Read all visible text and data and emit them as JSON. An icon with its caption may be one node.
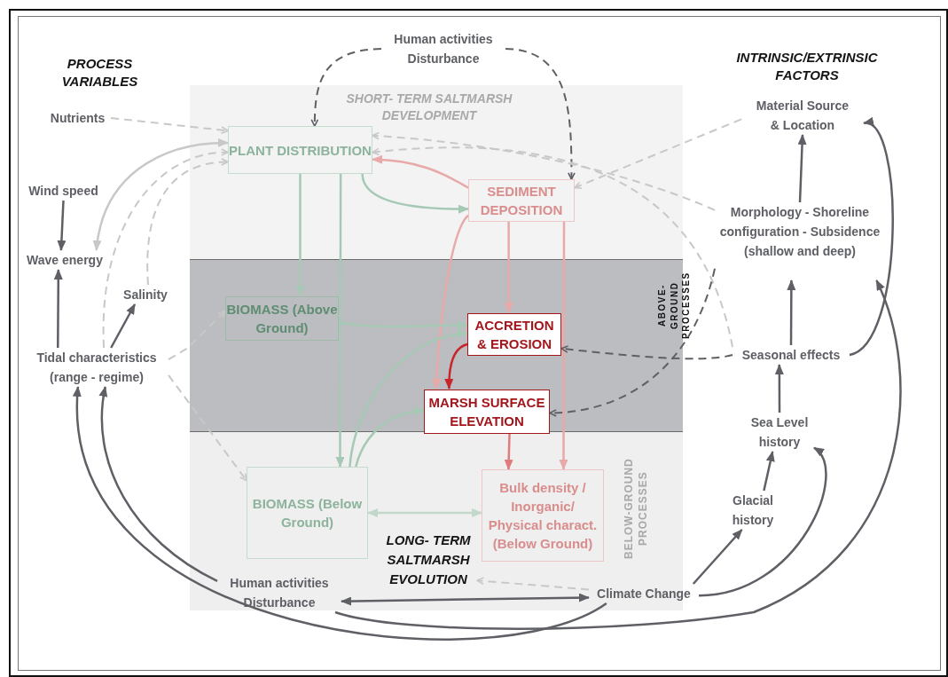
{
  "diagram": {
    "nodes": [
      {
        "text": [
          "SHORT- TERM SALTMARSH DEVELOPMENT"
        ]
      },
      {
        "text": [
          "PLANT DISTRIBUTION"
        ],
        "in": 0
      },
      {
        "text": [
          "SEDIMENT DEPOSITION"
        ],
        "in": 0
      },
      {
        "text": [
          "ABOVE-GROUND PROCESSES"
        ]
      },
      {
        "text": [
          "BIOMASS (Above Ground)"
        ],
        "in": 3
      },
      {
        "text": [
          "ACCRETION & EROSION"
        ],
        "in": 3
      },
      {
        "text": [
          "MARSH SURFACE ELEVATION"
        ],
        "in": 3
      },
      {
        "text": [
          "BELOW-GROUND PROCESSES"
        ]
      },
      {
        "text": [
          "BIOMASS (Below Ground)"
        ],
        "in": 7
      },
      {
        "text": [
          "Bulk density / Inorganic/ Physical charact. (Below Ground)"
        ],
        "in": 7
      },
      {
        "text": [
          "LONG- TERM SALTMARSH EVOLUTION"
        ],
        "in": 7
      },
      {
        "text": [
          "Human activities Disturbance"
        ],
        "in": 7
      },
      {
        "text": [
          "Human activities Disturbance"
        ]
      },
      {
        "text": [
          "Nutrients"
        ]
      },
      {
        "text": [
          "Wind speed"
        ]
      },
      {
        "text": [
          "Wave energy"
        ]
      },
      {
        "text": [
          "Salinity"
        ]
      },
      {
        "text": [
          "Tidal characteristics (range - regime)"
        ]
      },
      {
        "text": [
          "Material Source & Location"
        ]
      },
      {
        "text": [
          "Morphology - Shoreline configuration - Subsidence (shallow and deep)"
        ]
      },
      {
        "text": [
          "Seasonal effects"
        ]
      },
      {
        "text": [
          "Sea Level history"
        ]
      },
      {
        "text": [
          "Glacial history"
        ]
      },
      {
        "text": [
          "Climate Change"
        ]
      }
    ],
    "edges": [
      {
        "from": 12,
        "to": 1,
        "arrow": "to",
        "style": "dashed"
      },
      {
        "from": 12,
        "to": 2,
        "arrow": "to",
        "style": "dashed"
      },
      {
        "from": 13,
        "to": 1,
        "arrow": "to",
        "style": "dashed",
        "color": "#c8c8c8"
      },
      {
        "from": 15,
        "to": 1,
        "arrow": "both",
        "color": "#c8c8c8"
      },
      {
        "from": 17,
        "to": 1,
        "arrow": "to",
        "style": "dashed",
        "color": "#c8c8c8"
      },
      {
        "from": 16,
        "to": 1,
        "arrow": "to",
        "style": "dashed",
        "color": "#c8c8c8"
      },
      {
        "from": 14,
        "to": 15,
        "arrow": "to"
      },
      {
        "from": 17,
        "to": 15,
        "arrow": "to"
      },
      {
        "from": 17,
        "to": 16,
        "arrow": "to"
      },
      {
        "from": 17,
        "to": 4,
        "arrow": "to",
        "style": "dashed",
        "color": "#c8c8c8"
      },
      {
        "from": 17,
        "to": 8,
        "arrow": "to",
        "style": "dashed",
        "color": "#c8c8c8"
      },
      {
        "from": 1,
        "to": 4,
        "arrow": "to",
        "color": "#a6c9b5"
      },
      {
        "from": 1,
        "to": 8,
        "arrow": "to",
        "color": "#a6c9b5"
      },
      {
        "from": 1,
        "to": 2,
        "arrow": "to",
        "color": "#a6c9b5"
      },
      {
        "from": 2,
        "to": 1,
        "arrow": "to",
        "color": "#e8a9a9"
      },
      {
        "from": 2,
        "to": 5,
        "arrow": "to",
        "color": "#e8a9a9"
      },
      {
        "from": 2,
        "to": 6,
        "arrow": "to",
        "color": "#e8a9a9"
      },
      {
        "from": 2,
        "to": 9,
        "arrow": "to",
        "color": "#e8a9a9"
      },
      {
        "from": 6,
        "to": 9,
        "arrow": "to",
        "color": "#e07b7e"
      },
      {
        "from": 5,
        "to": 6,
        "arrow": "to",
        "color": "#c8252c"
      },
      {
        "from": 4,
        "to": 5,
        "arrow": "to",
        "color": "#a6c9b5"
      },
      {
        "from": 8,
        "to": 5,
        "arrow": "to",
        "color": "#a6c9b5"
      },
      {
        "from": 8,
        "to": 6,
        "arrow": "to",
        "color": "#a6c9b5"
      },
      {
        "from": 8,
        "to": 9,
        "arrow": "both",
        "color": "#c2d8ca"
      },
      {
        "from": 11,
        "to": 23,
        "arrow": "both"
      },
      {
        "from": 23,
        "to": 10,
        "arrow": "to",
        "style": "dashed",
        "color": "#c8c8c8"
      },
      {
        "from": 11,
        "to": 17,
        "arrow": "to"
      },
      {
        "from": 23,
        "to": 17,
        "arrow": "to"
      },
      {
        "from": 11,
        "to": 19,
        "arrow": "to"
      },
      {
        "from": 23,
        "to": 21,
        "arrow": "to"
      },
      {
        "from": 20,
        "to": 18,
        "arrow": "to"
      },
      {
        "from": 19,
        "to": 18,
        "arrow": "to"
      },
      {
        "from": 20,
        "to": 19,
        "arrow": "to"
      },
      {
        "from": 21,
        "to": 20,
        "arrow": "to"
      },
      {
        "from": 22,
        "to": 21,
        "arrow": "to"
      },
      {
        "from": 23,
        "to": 22,
        "arrow": "to"
      },
      {
        "from": 18,
        "to": 2,
        "arrow": "to",
        "style": "dashed",
        "color": "#c8c8c8"
      },
      {
        "from": 19,
        "to": 1,
        "arrow": "to",
        "style": "dashed",
        "color": "#c8c8c8"
      },
      {
        "from": 20,
        "to": 1,
        "arrow": "to",
        "style": "dashed",
        "color": "#c8c8c8"
      },
      {
        "from": 20,
        "to": 5,
        "arrow": "to",
        "style": "dashed"
      },
      {
        "from": 19,
        "to": 6,
        "arrow": "to",
        "style": "dashed"
      }
    ],
    "labels": [
      "PROCESS VARIABLES",
      "INTRINSIC/EXTRINSIC FACTORS"
    ]
  }
}
